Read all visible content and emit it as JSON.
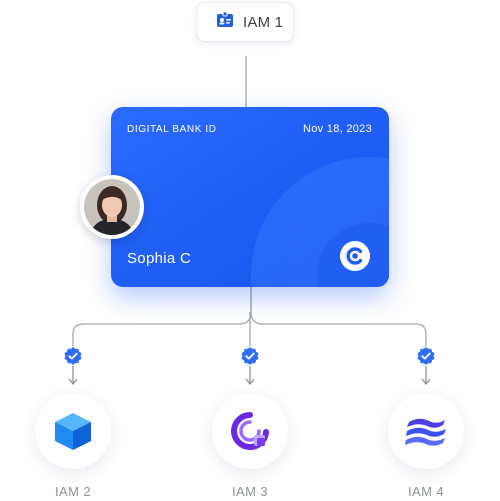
{
  "top_node": {
    "label": "IAM 1",
    "icon": "id-badge-icon"
  },
  "card": {
    "title": "DIGITAL BANK ID",
    "date": "Nov 18, 2023",
    "holder_name": "Sophia C",
    "logo": "c-logo-icon"
  },
  "avatar": {
    "icon": "profile-photo"
  },
  "nodes": [
    {
      "label": "IAM 2",
      "icon": "cube-icon"
    },
    {
      "label": "IAM 3",
      "icon": "q-logo-icon"
    },
    {
      "label": "IAM 4",
      "icon": "wave-stripes-icon"
    }
  ],
  "colors": {
    "card_blue": "#1e5ef5",
    "card_blue_light": "#3b7bff",
    "connector": "#9aa0a8",
    "badge_blue": "#2f6df6"
  }
}
